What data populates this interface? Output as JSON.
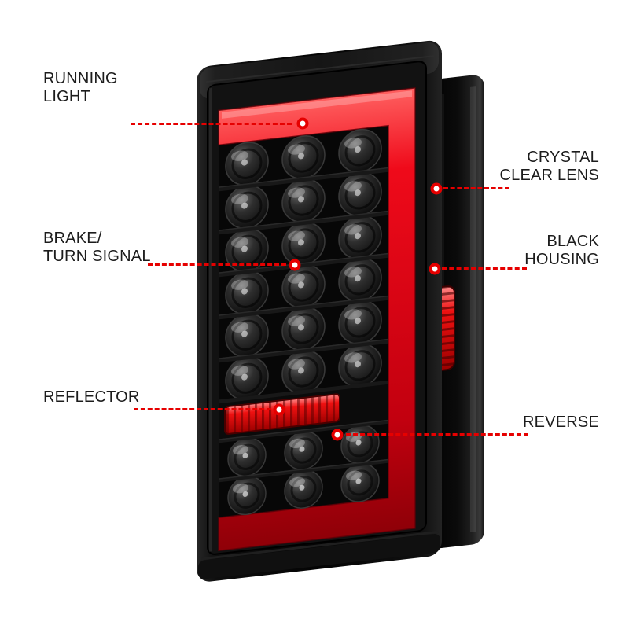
{
  "colors": {
    "background": "#ffffff",
    "callout_red": "#e60000",
    "label_text": "#1c1c1c",
    "housing_black": "#0a0a0a",
    "light_bar_red": "#ef0a1a"
  },
  "annotations": {
    "running_light": {
      "label": "RUNNING\nLIGHT"
    },
    "crystal_clear_lens": {
      "label": "CRYSTAL\nCLEAR LENS"
    },
    "brake_turn_signal": {
      "label": "BRAKE/\nTURN SIGNAL"
    },
    "black_housing": {
      "label": "BLACK\nHOUSING"
    },
    "reflector": {
      "label": "REFLECTOR"
    },
    "reverse": {
      "label": "REVERSE"
    }
  }
}
